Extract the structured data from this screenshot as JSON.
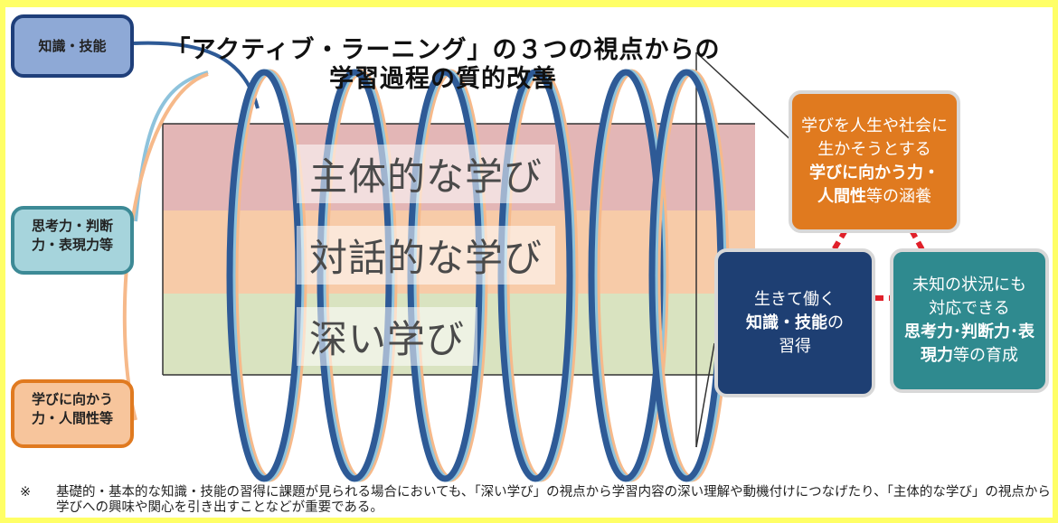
{
  "title": {
    "line1": "「アクティブ・ラーニング」の３つの視点からの",
    "line2": "学習過程の質的改善"
  },
  "bands": [
    {
      "label": "主体的な学び",
      "color": "#e3b6b6"
    },
    {
      "label": "対話的な学び",
      "color": "#f7cba8"
    },
    {
      "label": "深い学び",
      "color": "#d9e3c0"
    }
  ],
  "side_boxes": {
    "knowledge": {
      "label": "知識・技能",
      "fill": "#8ea9d6",
      "border": "#1f3f7a"
    },
    "thinking": {
      "line1": "思考力・判断",
      "line2": "力・表現力等",
      "fill": "#a6d4dc",
      "border": "#3d8a96"
    },
    "humanity": {
      "line1": "学びに向かう",
      "line2": "力・人間性等",
      "fill": "#f7c59c",
      "border": "#e07a20"
    }
  },
  "cards": {
    "orange": {
      "line1": "学びを人生や社会に",
      "line2": "生かそうとする",
      "line3_bold": "学びに向かう力・",
      "line4_bold": "人間性",
      "line4_rest": "等の涵養",
      "fill": "#e07a1f"
    },
    "navy": {
      "line1": "生きて働く",
      "line2_bold": "知識・技能",
      "line2_rest": "の",
      "line3": "習得",
      "fill": "#1e3f73"
    },
    "teal": {
      "line1": "未知の状況にも",
      "line2": "対応できる",
      "line3_bold": "思考力･判断力･表",
      "line4_bold": "現力",
      "line4_rest": "等の育成",
      "fill": "#2f8a8f"
    }
  },
  "footnote": {
    "mark": "※",
    "text": "基礎的・基本的な知識・技能の習得に課題が見られる場合においても、「深い学び」の視点から学習内容の深い理解や動機付けにつなげたり、「主体的な学び」の視点から学びへの興味や関心を引き出すことなどが重要である。"
  },
  "colors": {
    "coil_navy": "#2e5a96",
    "coil_blue": "#8ec3dc",
    "coil_orange": "#f6b98a",
    "connector_red": "#e0202a",
    "frame_yellow": "#ffff66"
  }
}
